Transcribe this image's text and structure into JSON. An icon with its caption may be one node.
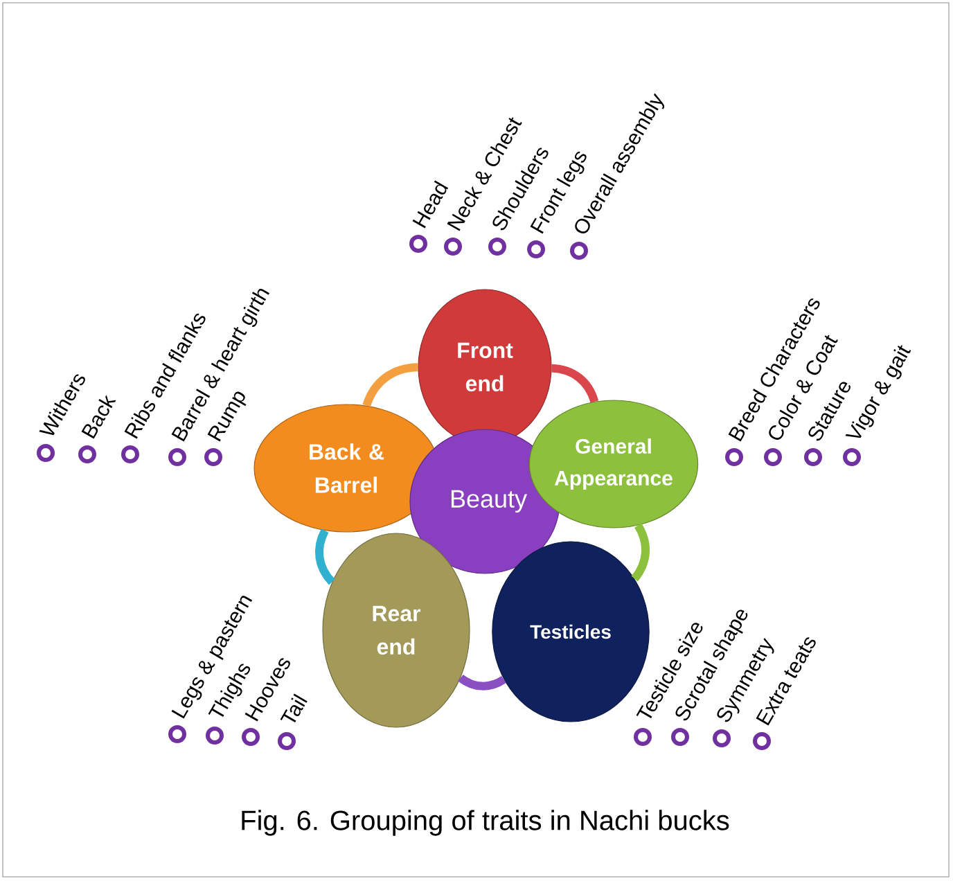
{
  "diagram": {
    "caption": "Fig. 6. Grouping of traits in Nachi bucks",
    "nodes": [
      {
        "text": [
          "Front end"
        ],
        "beside": [
          "Head",
          "Neck & Chest",
          "Shoulders",
          "Front legs",
          "Overall assembly"
        ]
      },
      {
        "text": [
          "Back & Barrel"
        ],
        "beside": [
          "Withers",
          "Back",
          "Ribs and flanks",
          "Barrel & heart girth",
          "Rump"
        ]
      },
      {
        "text": [
          "Beauty"
        ]
      },
      {
        "text": [
          "General Appearance"
        ],
        "beside": [
          "Breed Characters",
          "Color & Coat",
          "Stature",
          "Vigor & gait"
        ]
      },
      {
        "text": [
          "Rear end"
        ],
        "beside": [
          "Legs & pastern",
          "Thighs",
          "Hooves",
          "Tail"
        ]
      },
      {
        "text": [
          "Testicles"
        ],
        "beside": [
          "Testicle size",
          "Scrotal shape",
          "Symmetry",
          "Extra teats"
        ]
      }
    ],
    "edges": [
      {
        "from": 0,
        "to": 3,
        "arrow": "none",
        "color": "#d9464b"
      },
      {
        "from": 3,
        "to": 5,
        "arrow": "none",
        "color": "#8dc03c"
      },
      {
        "from": 5,
        "to": 4,
        "arrow": "none",
        "color": "#8a4fc0"
      },
      {
        "from": 4,
        "to": 1,
        "arrow": "none",
        "color": "#31b0d0"
      },
      {
        "from": 1,
        "to": 0,
        "arrow": "none",
        "color": "#f5a040"
      }
    ]
  }
}
